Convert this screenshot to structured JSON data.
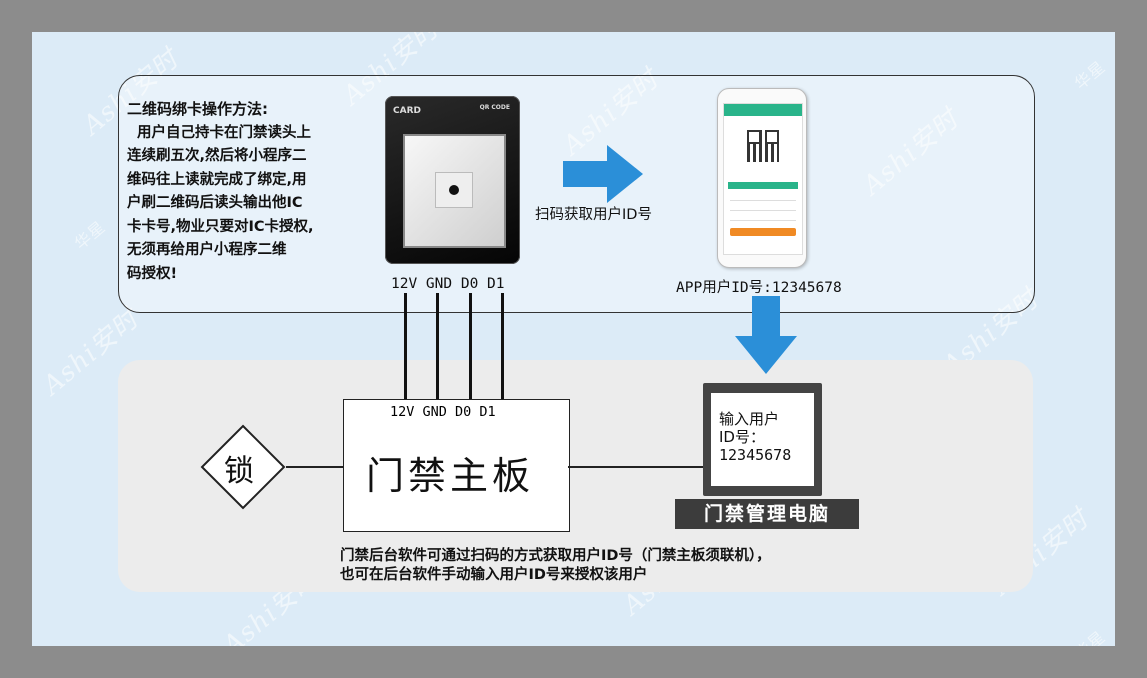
{
  "watermark": {
    "brand": "Ashi安时",
    "sub": "华星"
  },
  "instructions": {
    "title": "二维码绑卡操作方法:",
    "body_lines": [
      "用户自己持卡在门禁读头上",
      "连续刷五次,然后将小程序二",
      "维码往上读就完成了绑定,用",
      "户刷二维码后读头输出他IC",
      "卡卡号,物业只要对IC卡授权,",
      "无须再给用户小程序二维",
      "码授权!"
    ]
  },
  "reader": {
    "card_label": "CARD",
    "qr_label": "QR CODE",
    "pins_label": "12V GND D0 D1"
  },
  "scan_label": "扫码获取用户ID号",
  "app_id_label": "APP用户ID号:12345678",
  "board": {
    "pins_label": "12V GND D0 D1",
    "title": "门禁主板"
  },
  "lock_label": "锁",
  "pc": {
    "screen_lines": [
      "输入用户",
      "ID号：",
      "12345678"
    ],
    "label": "门禁管理电脑"
  },
  "bottom_note": [
    "门禁后台软件可通过扫码的方式获取用户ID号（门禁主板须联机），",
    "也可在后台软件手动输入用户ID号来授权该用户"
  ],
  "colors": {
    "arrow": "#2b8fd8",
    "panel_border": "#333333",
    "background": "#dcebf7"
  }
}
